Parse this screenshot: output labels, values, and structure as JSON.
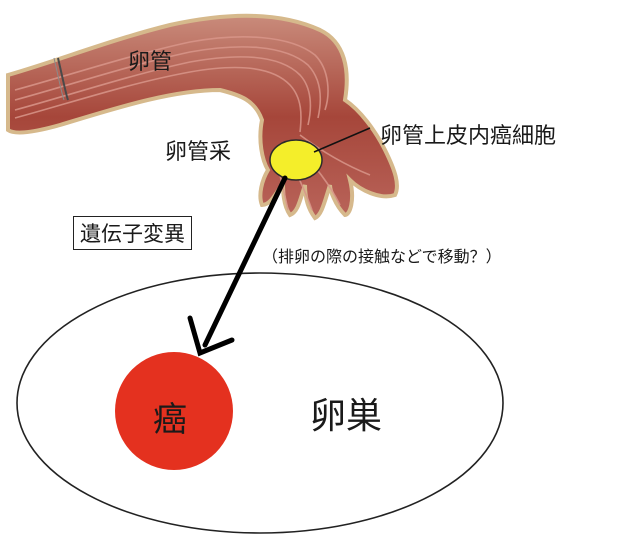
{
  "labels": {
    "fallopian_tube": "卵管",
    "fimbria": "卵管采",
    "stic": "卵管上皮内癌細胞",
    "gene_mutation": "遺伝子変異",
    "migration_note": "（排卵の際の接触などで移動？）",
    "ovary": "卵巣",
    "cancer": "癌"
  },
  "colors": {
    "tube_outer": "#c9826f",
    "tube_inner": "#a9483b",
    "tube_stripe": "#d9968a",
    "tube_edge": "#d6b98c",
    "stic_cell": "#f4ee2a",
    "cancer": "#e4311f",
    "arrow": "#000000",
    "ovary_outline": "#222222"
  }
}
